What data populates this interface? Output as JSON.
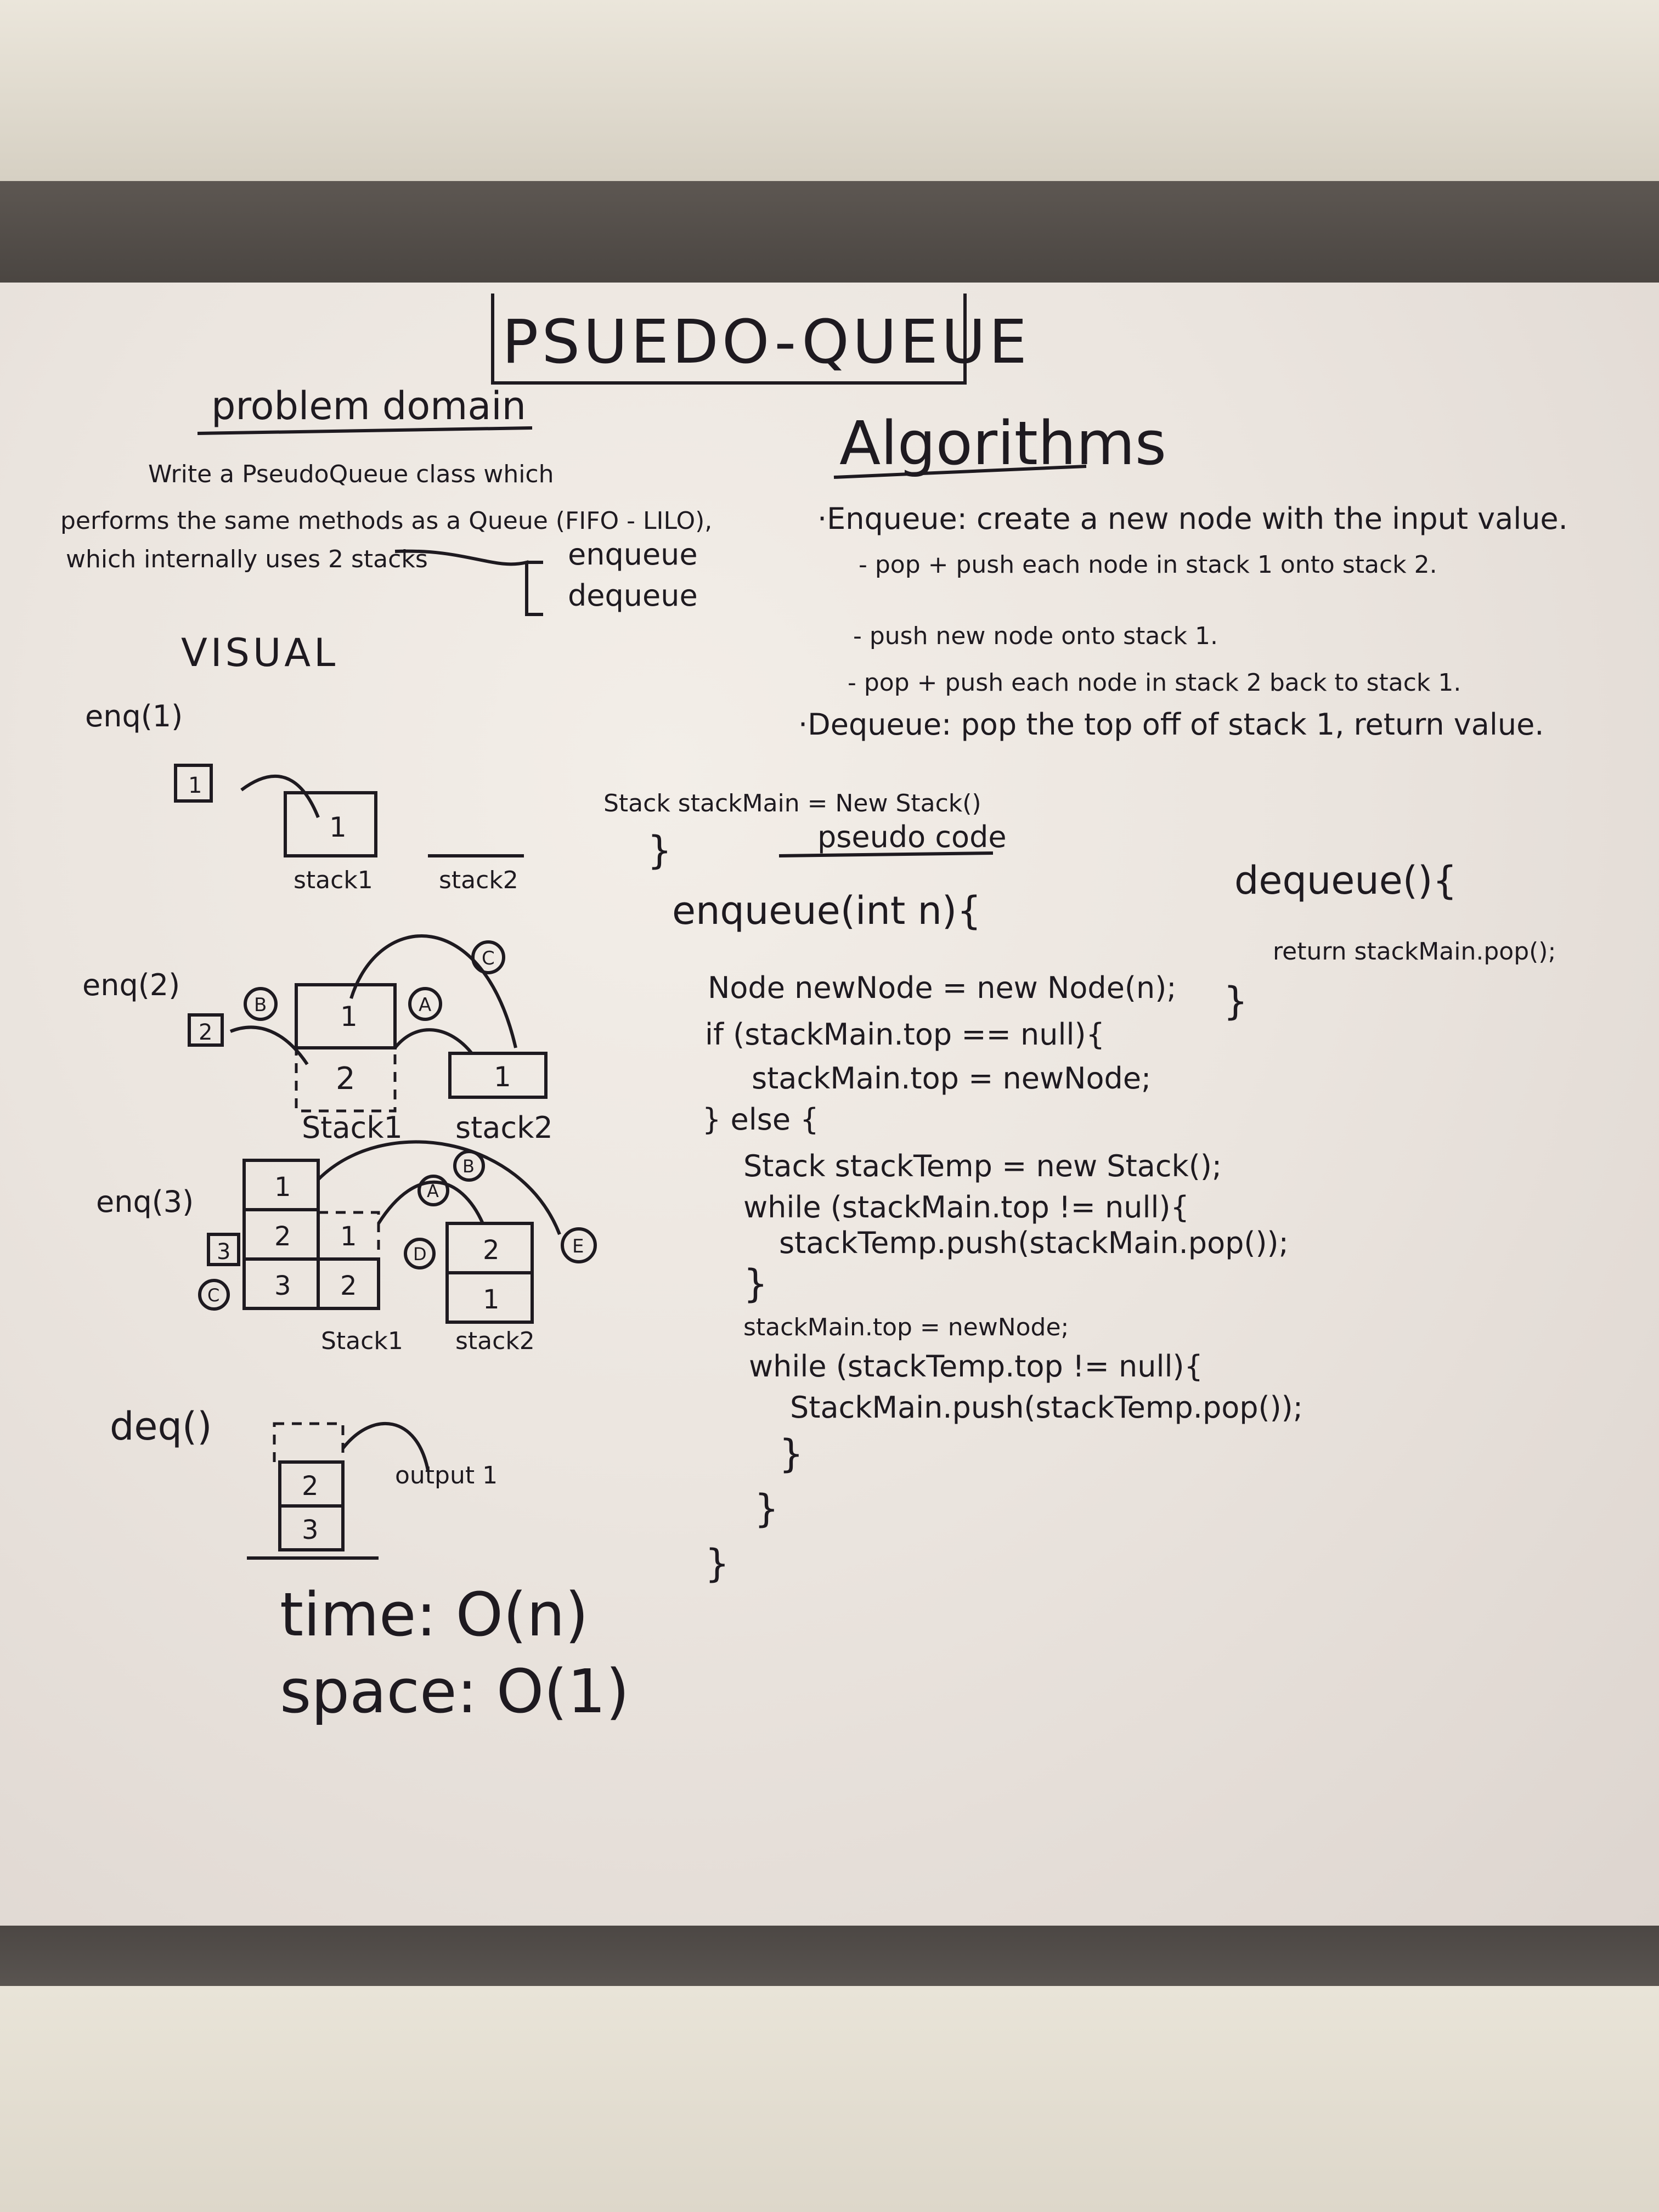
{
  "title": "PSUEDO-QUEUE",
  "problem_domain": {
    "heading": "problem domain",
    "line1": "Write a PseudoQueue class which",
    "line2": "performs the same methods as a Queue (FIFO - LILO),",
    "line3": "which internally uses 2 stacks",
    "branch1": "enqueue",
    "branch2": "dequeue"
  },
  "algorithms": {
    "heading": "Algorithms",
    "enqueue_line": "·Enqueue: create a new node with the input value.",
    "step1": "- pop + push each node in stack 1 onto stack 2.",
    "step2": "- push new node onto stack 1.",
    "step3": "- pop + push each node in stack 2 back to stack 1.",
    "dequeue_line": "·Dequeue: pop the top off of stack 1, return value."
  },
  "visual": {
    "heading": "VISUAL",
    "enq1_label": "enq(1)",
    "enq2_label": "enq(2)",
    "enq3_label": "enq(3)",
    "deq_label": "deq()",
    "stack1_label": "stack1",
    "stack2_label": "stack2",
    "stack1_label_b": "Stack1",
    "stack2_label_b": "stack2",
    "stack1_label_c": "Stack1",
    "stack2_label_c": "stack2",
    "output_label": "output 1",
    "time": "time: O(n)",
    "space": "space: O(1)"
  },
  "code": {
    "class_line": "Stack stackMain = New Stack()",
    "class_close": "}",
    "pseudo_heading": "pseudo code",
    "lines": [
      "enqueue(int n){",
      "Node newNode = new Node(n);",
      "if (stackMain.top == null){",
      "stackMain.top = newNode;",
      "} else {",
      "Stack stackTemp = new Stack();",
      "while (stackMain.top != null){",
      "stackTemp.push(stackMain.pop());",
      "}",
      "stackMain.top = newNode;",
      "while (stackTemp.top != null){",
      "StackMain.push(stackTemp.pop());",
      "}",
      "}",
      "}"
    ],
    "dequeue_lines": [
      "dequeue(){",
      "return stackMain.pop();",
      "}"
    ]
  }
}
